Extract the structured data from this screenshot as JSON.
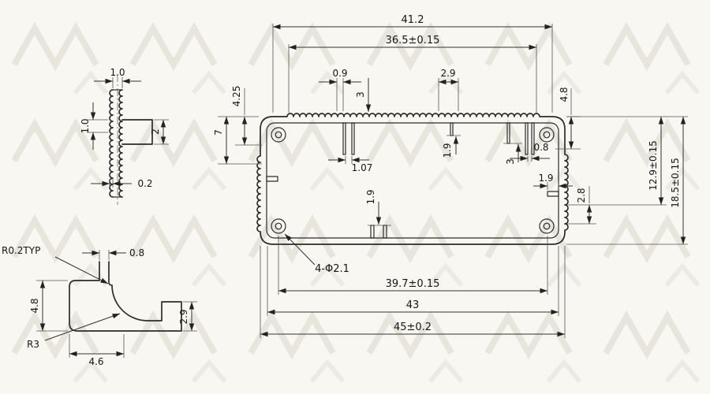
{
  "views": {
    "main": {
      "dims": {
        "top_width": "41.2",
        "top_inner_width": "36.5±0.15",
        "tooth_width": "0.9",
        "tooth_group_width": "2.9",
        "tooth_pitch": "3",
        "left_step": "4.25",
        "left_depth": "7",
        "right_step": "4.8",
        "rib_gap": "0.8",
        "slot_width": "1.07",
        "rail_height": "1.9",
        "center_rib_depth": "1.9",
        "right_rib_depth": "3",
        "right_rail_length": "1.9",
        "height_inner": "12.9±0.15",
        "height_overall": "18.5±0.15",
        "right_bottom_step": "2.8",
        "holes_callout": "4-Φ2.1",
        "bottom_hole_span": "39.7±0.15",
        "bottom_mid_width": "43",
        "bottom_overall_width": "45±0.2"
      }
    },
    "serration_detail": {
      "dims": {
        "wall_thickness": "1.0",
        "tooth_pitch": "1.0",
        "tooth_height": "2",
        "tooth_depth": "0.2"
      }
    },
    "corner_detail": {
      "dims": {
        "corner_radius": "R0.2TYP",
        "tab_width": "0.8",
        "corner_height": "4.8",
        "boss_radius": "R3",
        "corner_width": "4.6",
        "lip_height": "2.9"
      }
    }
  }
}
